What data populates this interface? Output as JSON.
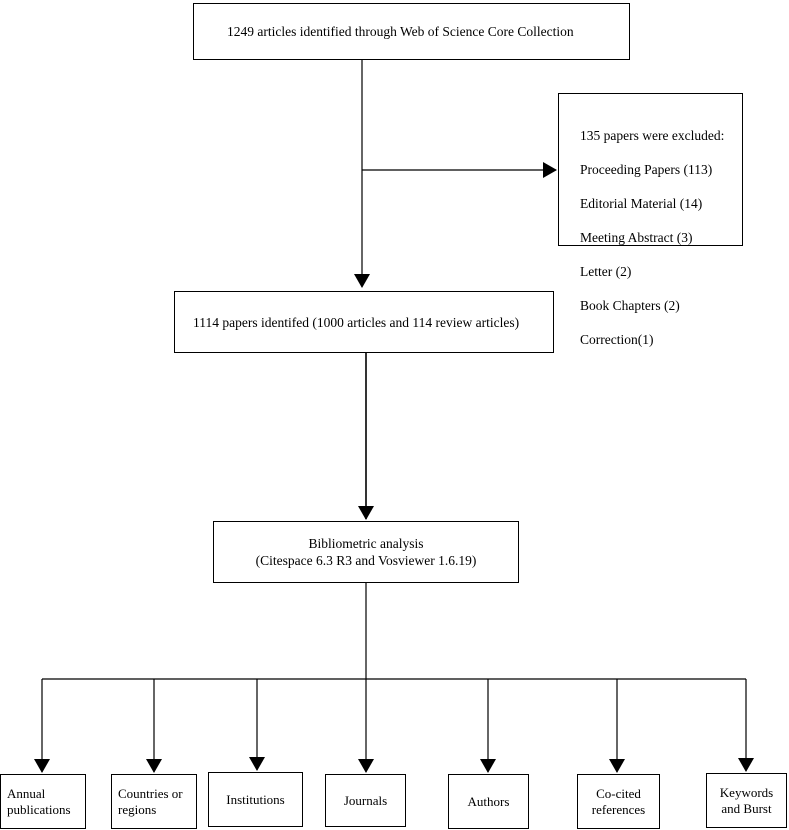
{
  "flow": {
    "identified": "1249 articles identified through Web of Science Core Collection",
    "excluded": {
      "heading": "135 papers were excluded:",
      "items": [
        "Proceeding Papers (113)",
        "Editorial Material (14)",
        "Meeting Abstract (3)",
        "Letter (2)",
        "Book Chapters (2)",
        "Correction(1)"
      ]
    },
    "included": "1114 papers identifed (1000 articles and 114 review articles)",
    "analysis": {
      "line1": "Bibliometric analysis",
      "line2": "(Citespace 6.3 R3 and Vosviewer 1.6.19)"
    },
    "outputs": [
      "Annual\npublications",
      "Countries or\nregions",
      "Institutions",
      "Journals",
      "Authors",
      "Co-cited\nreferences",
      "Keywords\nand Burst"
    ]
  }
}
